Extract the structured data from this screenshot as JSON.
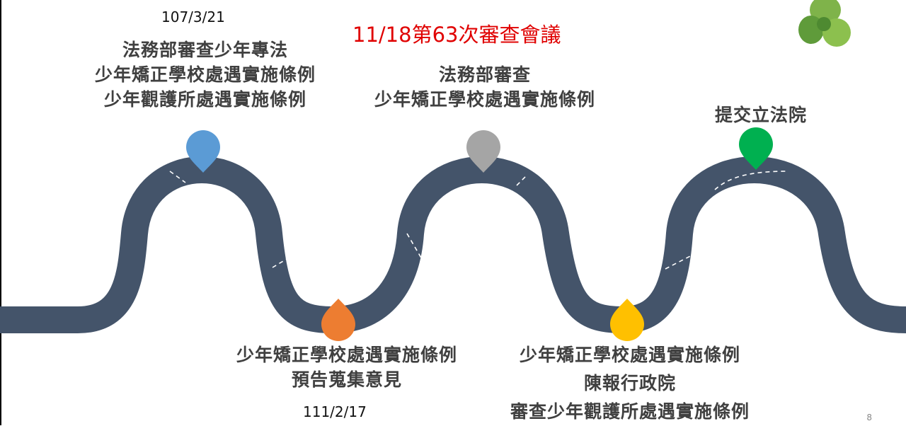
{
  "slide": {
    "headline": "11/18第63次審查會議",
    "page_number": "8"
  },
  "milestones": [
    {
      "date": "107/3/21",
      "lines": [
        "法務部審查少年專法",
        "少年矯正學校處遇實施條例",
        "少年觀護所處遇實施條例"
      ],
      "color": "#5b9bd5"
    },
    {
      "date": "111/2/17",
      "lines": [
        "少年矯正學校處遇實施條例",
        "預告蒐集意見"
      ],
      "color": "#ed7d31"
    },
    {
      "date": "",
      "lines": [
        "法務部審查",
        "少年矯正學校處遇實施條例"
      ],
      "color": "#a5a5a5"
    },
    {
      "date": "",
      "lines": [
        "少年矯正學校處遇實施條例",
        "陳報行政院",
        "審查少年觀護所處遇實施條例"
      ],
      "color": "#ffc000"
    },
    {
      "date": "",
      "lines": [
        "提交立法院"
      ],
      "color": "#00b050"
    }
  ],
  "colors": {
    "road": "#44546a",
    "dash": "#ffffff",
    "headline": "#e00000"
  }
}
